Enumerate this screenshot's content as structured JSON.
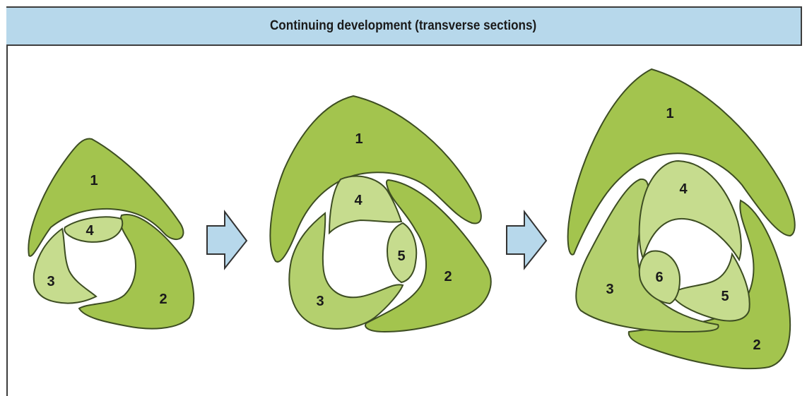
{
  "title": "Continuing development (transverse sections)",
  "colors": {
    "title_bg": "#b7d8eb",
    "dark_green": "#a3c44e",
    "light_green": "#c6dc8e",
    "mid_green": "#b4d06e",
    "outline": "#3d4d22",
    "arrow_fill": "#b7d8eb",
    "arrow_stroke": "#333333"
  },
  "stages": [
    {
      "name": "stage-1",
      "labels": {
        "l1": "1",
        "l2": "2",
        "l3": "3",
        "l4": "4"
      }
    },
    {
      "name": "stage-2",
      "labels": {
        "l1": "1",
        "l2": "2",
        "l3": "3",
        "l4": "4",
        "l5": "5"
      }
    },
    {
      "name": "stage-3",
      "labels": {
        "l1": "1",
        "l2": "2",
        "l3": "3",
        "l4": "4",
        "l5": "5",
        "l6": "6"
      }
    }
  ],
  "arrows": [
    "right-arrow-icon",
    "right-arrow-icon"
  ]
}
